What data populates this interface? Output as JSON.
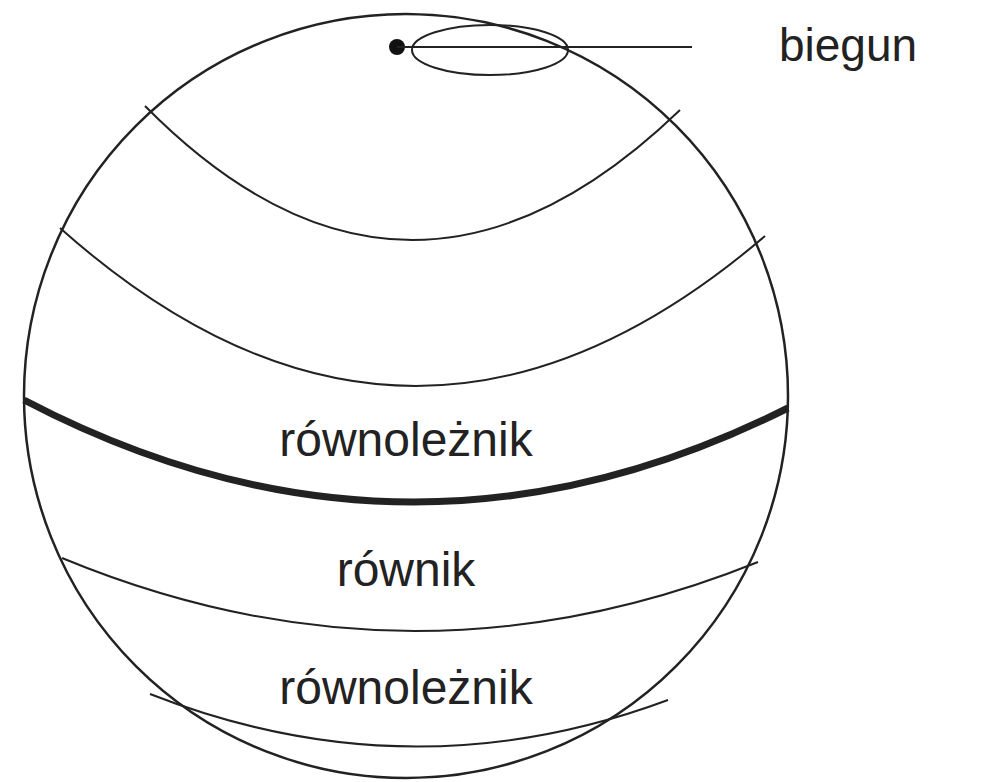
{
  "diagram": {
    "labels": [
      "biegun",
      "równoleżnik",
      "równik",
      "równoleżnik"
    ]
  }
}
